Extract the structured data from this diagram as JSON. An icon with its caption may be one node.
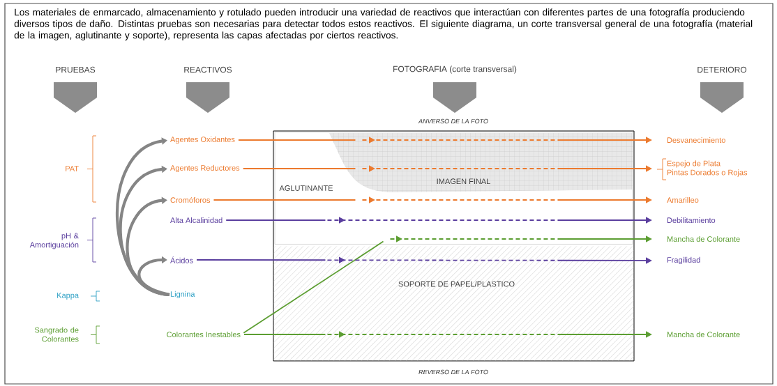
{
  "diagram": {
    "caption": "Los materiales de enmarcado, almacenamiento y rotulado pueden introducir una variedad de reactivos que interactúan con diferentes partes de una fotografía produciendo diversos tipos de daño. Distintas pruebas son necesarias para detectar todos estos reactivos. El siguiente diagrama, un corte transversal general de una fotografía (material de la imagen, aglutinante y soporte), representa las capas afectadas por ciertos reactivos.",
    "nodes": [
      {
        "text": [
          "PAT"
        ]
      },
      {
        "text": [
          "pH & Amortiguación"
        ]
      },
      {
        "text": [
          "Kappa"
        ]
      },
      {
        "text": [
          "Sangrado de Colorantes"
        ]
      },
      {
        "text": [
          "Agentes Oxidantes"
        ]
      },
      {
        "text": [
          "Agentes Reductores"
        ]
      },
      {
        "text": [
          "Cromóforos"
        ]
      },
      {
        "text": [
          "Alta Alcalinidad"
        ]
      },
      {
        "text": [
          "Ácidos"
        ]
      },
      {
        "text": [
          "Lignina"
        ]
      },
      {
        "text": [
          "Colorantes Inestables"
        ]
      },
      {
        "text": [],
        "shape": "box",
        "beside": [
          "ANVERSO DE LA FOTO",
          "REVERSO DE LA FOTO"
        ]
      },
      {
        "text": [
          "AGLUTINANTE"
        ],
        "in": 11
      },
      {
        "text": [
          "IMAGEN FINAL"
        ],
        "in": 12
      },
      {
        "text": [
          "SOPORTE DE PAPEL/PLASTICO"
        ],
        "in": 11
      },
      {
        "text": [
          "Desvanecimiento"
        ]
      },
      {
        "text": [
          "Espejo de Plata",
          "Pintas Dorados o Rojas"
        ]
      },
      {
        "text": [
          "Amarilleo"
        ]
      },
      {
        "text": [
          "Debilitamiento"
        ]
      },
      {
        "text": [
          "Mancha de Colorante"
        ]
      },
      {
        "text": [
          "Fragilidad"
        ]
      },
      {
        "text": [
          "Mancha de Colorante"
        ]
      }
    ],
    "edges": [
      {
        "from": 9,
        "to": 4,
        "arrow": "to",
        "style": "thick",
        "color": "#858585"
      },
      {
        "from": 9,
        "to": 5,
        "arrow": "to",
        "style": "thick",
        "color": "#858585"
      },
      {
        "from": 9,
        "to": 6,
        "arrow": "to",
        "style": "thick",
        "color": "#858585"
      },
      {
        "from": 9,
        "to": 8,
        "arrow": "to",
        "style": "thick",
        "color": "#858585"
      },
      {
        "from": 4,
        "to": 15,
        "arrow": "to",
        "style": "dashed",
        "color": "#ec7a2e"
      },
      {
        "from": 5,
        "to": 16,
        "arrow": "to",
        "style": "dashed",
        "color": "#ec7a2e"
      },
      {
        "from": 6,
        "to": 17,
        "arrow": "to",
        "style": "dashed",
        "color": "#ec7a2e"
      },
      {
        "from": 7,
        "to": 18,
        "arrow": "to",
        "style": "dashed",
        "color": "#5a3e9e"
      },
      {
        "from": 10,
        "to": 19,
        "arrow": "to",
        "style": "dashed",
        "color": "#5c9e32"
      },
      {
        "from": 8,
        "to": 20,
        "arrow": "to",
        "style": "dashed",
        "color": "#5a3e9e"
      },
      {
        "from": 10,
        "to": 21,
        "arrow": "to",
        "style": "dashed",
        "color": "#5c9e32"
      }
    ],
    "labels": [
      "PRUEBAS",
      "REACTIVOS",
      "FOTOGRAFIA (corte transversal)",
      "DETERIORO"
    ]
  }
}
